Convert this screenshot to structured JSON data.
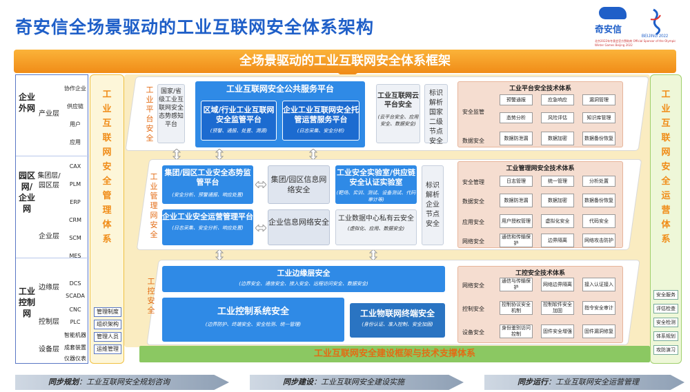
{
  "title": "奇安信全场景驱动的工业互联网安全体系架构",
  "logo": {
    "brand": "奇安信",
    "games": "BEIJING 2022",
    "sponsor": "北京2022年冬奥会官方赞助商 Official Sponsor of the Olympic Winter Games Beijing 2022"
  },
  "banner": "全场景驱动的工业互联网安全体系框架",
  "left_zones": [
    {
      "name": "企业外网",
      "sub": "产业层",
      "items": [
        "协作企业",
        "供应链",
        "用户",
        "应用"
      ]
    },
    {
      "name": "园区网/企业网",
      "sub1": "集团层/园区层",
      "sub2": "企业层",
      "items": [
        "CAX",
        "PLM",
        "ERP",
        "CRM",
        "SCM",
        "MES"
      ]
    },
    {
      "name": "工业控制网",
      "sub1": "边缘层",
      "sub2": "控制层",
      "sub3": "设备层",
      "items": [
        "DCS",
        "SCADA",
        "CNC",
        "PLC",
        "智能机器",
        "成套装置",
        "仪器仪表"
      ]
    }
  ],
  "manage_system": {
    "title": "工业互联网安全管理体系",
    "items": [
      "管理制度",
      "组织架构",
      "管理人员",
      "运维管理"
    ]
  },
  "ops_system": {
    "title": "工业互联网安全运营体系",
    "items": [
      "安全服务",
      "评估检查",
      "安全检测",
      "体系规划",
      "攻防演习"
    ]
  },
  "platform_layer": {
    "label": "工业平台安全",
    "national": "国家/省级工业互联网安全态势感知平台",
    "public_title": "工业互联网安全公共服务平台",
    "regional": {
      "title": "区域/行业工业互联网安全监管平台",
      "sub": "(预警、通报、处置、溯源)"
    },
    "enterprise": {
      "title": "企业工业互联网安全托管运营服务平台",
      "sub": "(日志采集、安全分析)"
    },
    "cloud": {
      "title": "工业互联网云平台安全",
      "sub": "(云平台安全、应用安全、数据安全)"
    },
    "identity": "标识解析国家二级节点安全",
    "tech": {
      "title": "工业平台安全技术体系",
      "rows": [
        {
          "label": "安全监管",
          "cells": [
            "预警通报",
            "应急响应",
            "漏洞管理",
            "态势分析",
            "风险评估",
            "知识库管理"
          ]
        },
        {
          "label": "数据安全",
          "cells": [
            "数据防泄漏",
            "数据加密",
            "数据备份恢复"
          ]
        }
      ]
    }
  },
  "manage_layer": {
    "label": "工业管理网安全",
    "group": {
      "title": "集团/园区工业安全态势监管平台",
      "sub": "(安全分析、预警通报、响应处置)"
    },
    "group_net": "集团/园区信息网络安全",
    "lab": {
      "title": "工业安全实验室/供应链安全认证实验室",
      "sub": "(靶场、实训、测试、设备测试、代码审计等)"
    },
    "identity": "标识解析企业节点安全",
    "ops": {
      "title": "企业工业安全运营管理平台",
      "sub": "(日志采集、安全分析、响应处置)"
    },
    "info_net": "企业信息网络安全",
    "dc": {
      "title": "工业数据中心私有云安全",
      "sub": "(虚拟化、应用、数据安全)"
    },
    "tech": {
      "title": "工业管理网安全技术体系",
      "rows": [
        {
          "label": "安全管理",
          "cells": [
            "日志管理",
            "统一管理",
            "分析处置"
          ]
        },
        {
          "label": "数据安全",
          "cells": [
            "数据防泄漏",
            "数据加密",
            "数据备份恢复"
          ]
        },
        {
          "label": "应用安全",
          "cells": [
            "用户授权管理",
            "虚拟化安全",
            "代码安全"
          ]
        },
        {
          "label": "网络安全",
          "cells": [
            "通信和传输保护",
            "边界隔离",
            "网络攻击防护"
          ]
        }
      ]
    }
  },
  "control_layer": {
    "label": "工控安全",
    "edge": {
      "title": "工业边缘层安全",
      "sub": "(边界安全、通信安全、接入安全、远程访问安全、数据安全)"
    },
    "control": {
      "title": "工业控制系统安全",
      "sub": "(边界防护、终端安全、安全检测、统一管理)"
    },
    "iot": {
      "title": "工业物联网终端安全",
      "sub": "(身份认证、准入控制、安全加固)"
    },
    "tech": {
      "title": "工控安全技术体系",
      "rows": [
        {
          "label": "网络安全",
          "cells": [
            "通信与传输保护",
            "网络边界隔离",
            "接入认证接入"
          ]
        },
        {
          "label": "控制安全",
          "cells": [
            "控制协议安全机制",
            "控制软件安全加固",
            "指令安全审计"
          ]
        },
        {
          "label": "设备安全",
          "cells": [
            "身份鉴别访问控制",
            "固件安全增强",
            "固件漏洞修复"
          ]
        }
      ]
    }
  },
  "bottom_strip": "工业互联网安全建设框架与技术支撑体系",
  "footer": [
    {
      "label": "同步规划",
      "text": "工业互联网安全规划咨询"
    },
    {
      "label": "同步建设",
      "text": "工业互联网安全建设实施"
    },
    {
      "label": "同步运行",
      "text": "工业互联网安全运营管理"
    }
  ],
  "colors": {
    "title": "#1f5fc8",
    "banner": "#f08c17",
    "blue_box": "#2f8ae6",
    "tech_bg": "#f5ddd0",
    "strip": "#8bc862"
  }
}
